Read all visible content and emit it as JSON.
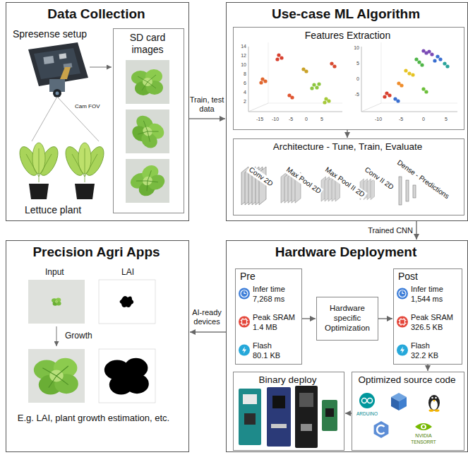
{
  "diagram": {
    "nodes": [
      {
        "text": [
          "Data Collection"
        ]
      },
      {
        "text": [
          "SD card images"
        ],
        "in": 0
      },
      {
        "text": [
          "Use-case ML Algorithm"
        ]
      },
      {
        "text": [
          "Features Extraction"
        ],
        "in": 2
      },
      {
        "text": [
          "Architecture - Tune, Train, Evaluate"
        ],
        "in": 2
      },
      {
        "text": [
          "Precision Agri Apps"
        ]
      },
      {
        "text": [
          "Hardware Deployment"
        ]
      },
      {
        "text": [
          "Pre",
          "Infer time",
          "7,268 ms",
          "Peak SRAM",
          "1.4 MB",
          "Flash",
          "80.1 KB"
        ],
        "in": 6
      },
      {
        "text": [
          "Hardware specific Optimization"
        ],
        "in": 6
      },
      {
        "text": [
          "Post",
          "Infer time",
          "1,544 ms",
          "Peak SRAM",
          "326.5 KB",
          "Flash",
          "32.2 KB"
        ],
        "in": 6
      },
      {
        "text": [
          "Binary deploy"
        ],
        "in": 6
      },
      {
        "text": [
          "Optimized source code"
        ],
        "in": 6
      }
    ],
    "edges": [
      {
        "from": 0,
        "to": 2,
        "label": "Train, test data",
        "arrow": "to"
      },
      {
        "from": 3,
        "to": 4,
        "arrow": "to"
      },
      {
        "from": 2,
        "to": 6,
        "label": "Trained CNN",
        "arrow": "to"
      },
      {
        "from": 6,
        "to": 5,
        "label": "AI-ready devices",
        "arrow": "to"
      },
      {
        "from": 7,
        "to": 8,
        "arrow": "to"
      },
      {
        "from": 8,
        "to": 9,
        "arrow": "to"
      },
      {
        "from": 9,
        "to": 11,
        "arrow": "to"
      },
      {
        "from": 11,
        "to": 10,
        "arrow": "to"
      }
    ],
    "labels": [
      "Spresense setup",
      "Cam FOV",
      "Lettuce plant",
      "Conv 2D",
      "Max Pool 2D",
      "Max Pool II 2D",
      "Conv II 2D",
      "Dense - Predictions",
      "Input",
      "LAI",
      "Growth",
      "E.g. LAI, plant growth estimation, etc.",
      "ARDUINO",
      "NVIDIA",
      "TENSORRT",
      "14",
      "12",
      "10",
      "8",
      "6",
      "4",
      "2",
      "-15",
      "-10",
      "-5",
      "0",
      "5",
      "10",
      "5",
      "0",
      "-5",
      "-10",
      "-5",
      "0",
      "5"
    ]
  }
}
